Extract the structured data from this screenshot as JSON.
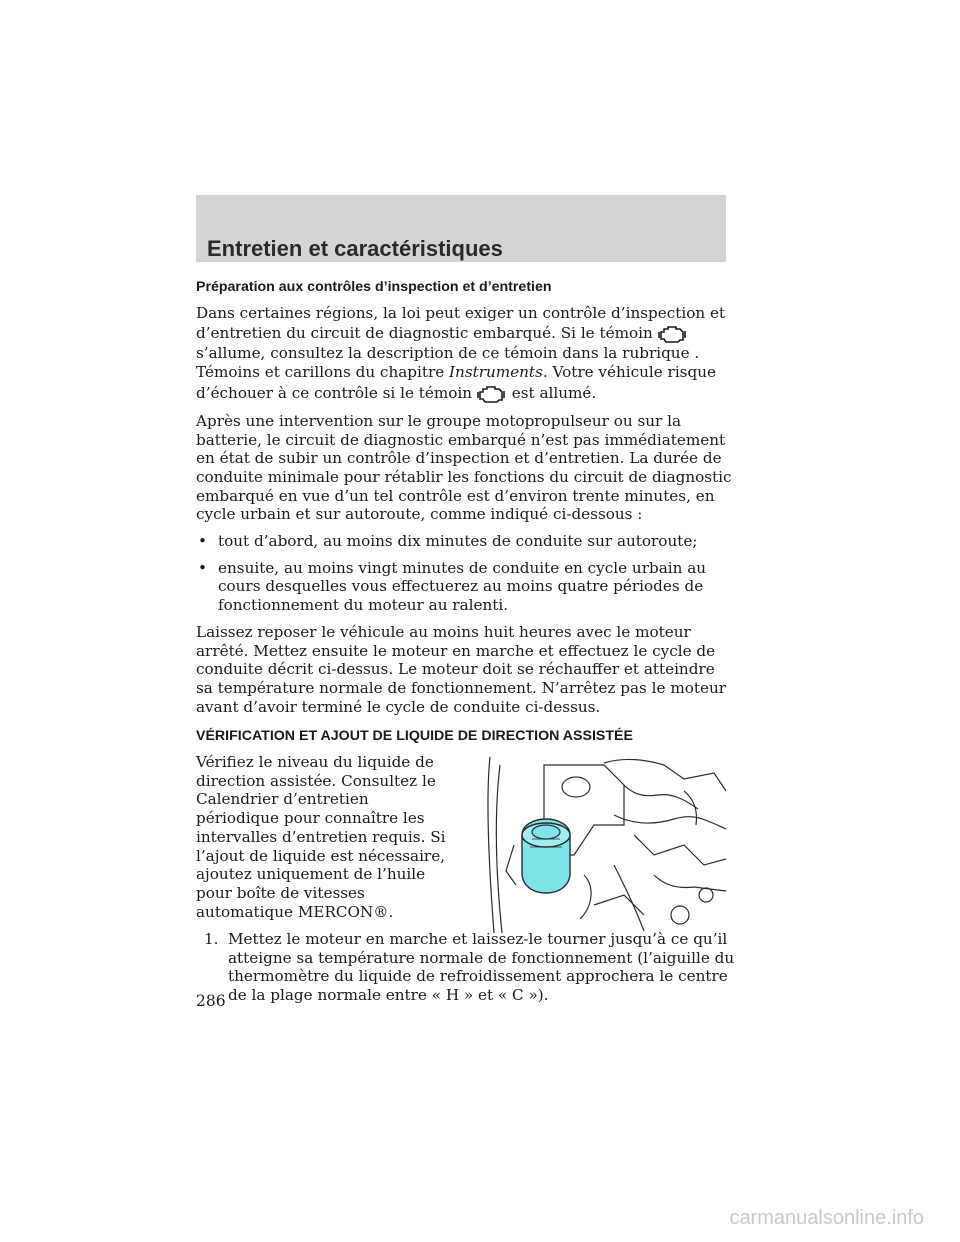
{
  "header": {
    "title": "Entretien et caractéristiques"
  },
  "section1": {
    "heading": "Préparation aux contrôles d’inspection et d’entretien",
    "p1_a": "Dans certaines régions, la loi peut exiger un contrôle d’inspection et d’entretien du circuit de diagnostic embarqué. Si le témoin",
    "p1_b": "s’allume, consultez la description de ce témoin dans la rubrique . Témoins et carillons du chapitre",
    "p1_italic": "Instruments",
    "p1_c": ". Votre véhicule risque d’échouer à ce contrôle si le témoin",
    "p1_d": "est allumé.",
    "p2": "Après une intervention sur le groupe motopropulseur ou sur la batterie, le circuit de diagnostic embarqué n’est pas immédiatement en état de subir un contrôle d’inspection et d’entretien. La durée de conduite minimale pour rétablir les fonctions du circuit de diagnostic embarqué en vue d’un tel contrôle est d’environ trente minutes, en cycle urbain et sur autoroute, comme indiqué ci-dessous :",
    "bullets": [
      "tout d’abord, au moins dix minutes de conduite sur autoroute;",
      "ensuite, au moins vingt minutes de conduite en cycle urbain au cours desquelles vous effectuerez au moins quatre périodes de fonctionnement du moteur au ralenti."
    ],
    "p3": "Laissez reposer le véhicule au moins huit heures avec le moteur arrêté. Mettez ensuite le moteur en marche et effectuez le cycle de conduite décrit ci-dessus. Le moteur doit se réchauffer et atteindre sa température normale de fonctionnement. N’arrêtez pas le moteur avant d’avoir terminé le cycle de conduite ci-dessus."
  },
  "section2": {
    "heading": "VÉRIFICATION ET AJOUT DE LIQUIDE DE DIRECTION ASSISTÉE",
    "p1": "Vérifiez le niveau du liquide de direction assistée. Consultez le Calendrier d’entretien périodique pour connaître les intervalles d’entretien requis. Si l’ajout de liquide est nécessaire, ajoutez uniquement de l’huile pour boîte de vitesses automatique MERCON®.",
    "step1_num": "1.",
    "step1": "Mettez le moteur en marche et laissez-le tourner jusqu’à ce qu’il atteigne sa température normale de fonctionnement (l’aiguille du thermomètre du liquide de refroidissement approchera le centre de la plage normale entre « H » et « C »)."
  },
  "page_number": "286",
  "watermark": "carmanualsonline.info",
  "colors": {
    "header_band": "#d4d4d4",
    "reservoir_cap": "#7fe3ea"
  },
  "icons": {
    "warning_lamp": "check-engine-icon",
    "bullet": "bullet-dot"
  }
}
